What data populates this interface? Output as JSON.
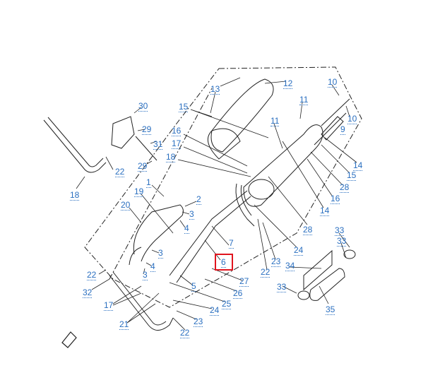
{
  "diagram": {
    "type": "exploded-parts-diagram",
    "highlight_color": "#e0141e",
    "label_color": "#2a6fc0",
    "highlighted_part": "6",
    "callouts": [
      "30",
      "29",
      "31",
      "29",
      "22",
      "18",
      "16",
      "17",
      "18",
      "15",
      "13",
      "12",
      "11",
      "11",
      "10",
      "10",
      "9",
      "14",
      "15",
      "28",
      "16",
      "14",
      "1",
      "19",
      "20",
      "2",
      "3",
      "4",
      "7",
      "6",
      "3",
      "4",
      "3",
      "22",
      "32",
      "17",
      "5",
      "25",
      "26",
      "27",
      "24",
      "23",
      "22",
      "21",
      "22",
      "23",
      "24",
      "28",
      "34",
      "33",
      "33",
      "33",
      "35"
    ]
  }
}
